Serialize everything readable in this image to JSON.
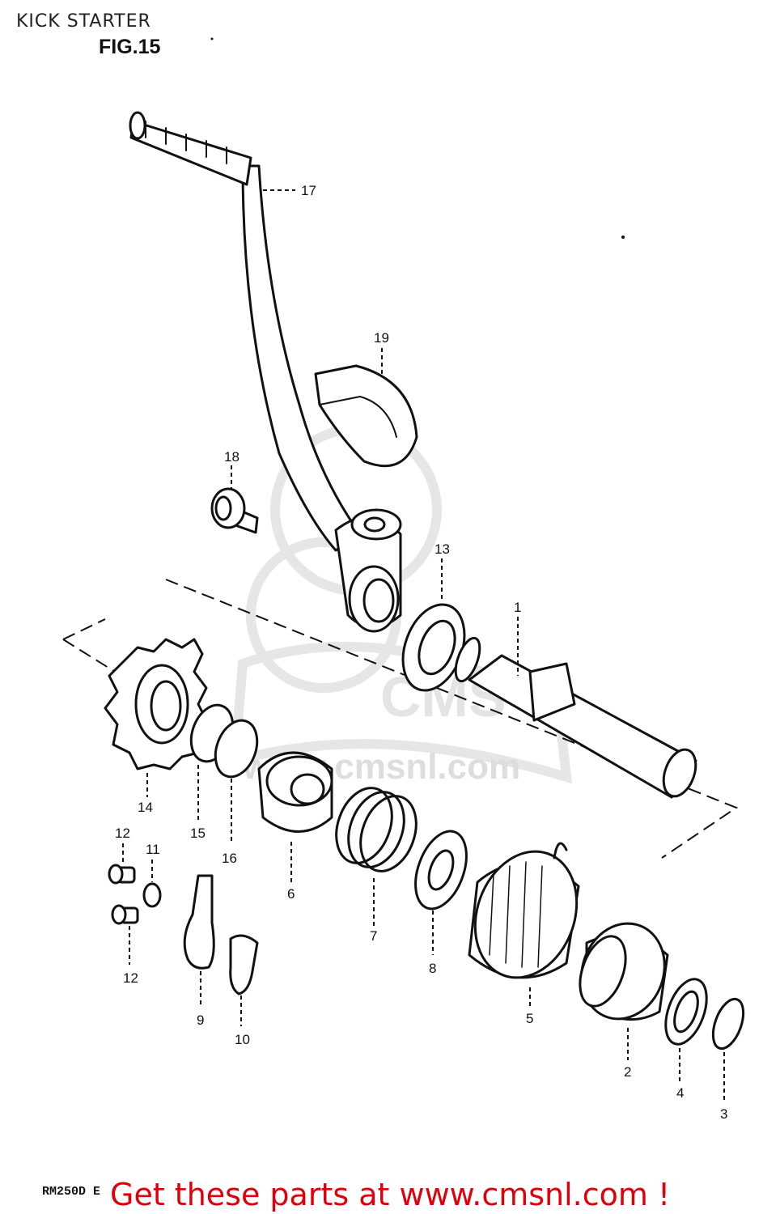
{
  "header": {
    "title": "KICK STARTER",
    "figure": "FIG.15"
  },
  "footer": {
    "code": "RM250D E",
    "link": "Get these parts at www.cmsnl.com !"
  },
  "watermark": {
    "text": "www.cmsnl.com",
    "logo": "CMS"
  },
  "colors": {
    "line": "#111111",
    "footer": "#e0000a",
    "watermark": "#e6e6e6"
  },
  "callouts": [
    {
      "id": "c1",
      "label": "1"
    },
    {
      "id": "c2",
      "label": "2"
    },
    {
      "id": "c3",
      "label": "3"
    },
    {
      "id": "c4",
      "label": "4"
    },
    {
      "id": "c5",
      "label": "5"
    },
    {
      "id": "c6",
      "label": "6"
    },
    {
      "id": "c7",
      "label": "7"
    },
    {
      "id": "c8",
      "label": "8"
    },
    {
      "id": "c9",
      "label": "9"
    },
    {
      "id": "c10",
      "label": "10"
    },
    {
      "id": "c11",
      "label": "11"
    },
    {
      "id": "c12a",
      "label": "12"
    },
    {
      "id": "c12b",
      "label": "12"
    },
    {
      "id": "c13",
      "label": "13"
    },
    {
      "id": "c14",
      "label": "14"
    },
    {
      "id": "c15",
      "label": "15"
    },
    {
      "id": "c16",
      "label": "16"
    },
    {
      "id": "c17",
      "label": "17"
    },
    {
      "id": "c18",
      "label": "18"
    },
    {
      "id": "c19",
      "label": "19"
    }
  ]
}
